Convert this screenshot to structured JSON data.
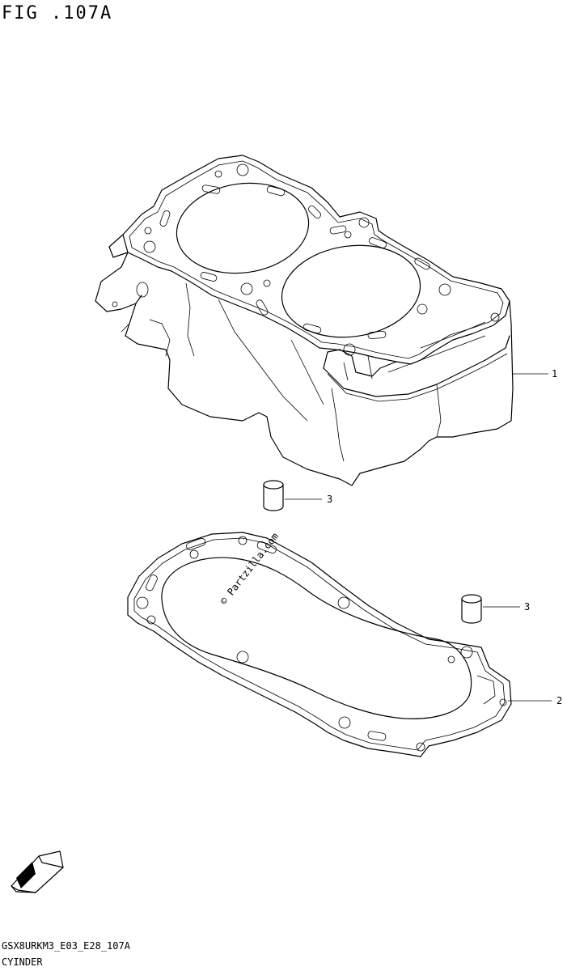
{
  "figure": {
    "title": "FIG .107A",
    "code": "GSX8URKM3_E03_E28_107A",
    "name": "CYINDER"
  },
  "callouts": [
    {
      "ref": "1",
      "part": "cylinder"
    },
    {
      "ref": "2",
      "part": "cylinder-gasket"
    },
    {
      "ref": "3",
      "part": "dowel-pin"
    },
    {
      "ref": "3",
      "part": "dowel-pin"
    }
  ],
  "watermark": "© Partzilla.com",
  "fwd_badge": "FWD",
  "colors": {
    "line": "#000000",
    "background": "#ffffff"
  }
}
